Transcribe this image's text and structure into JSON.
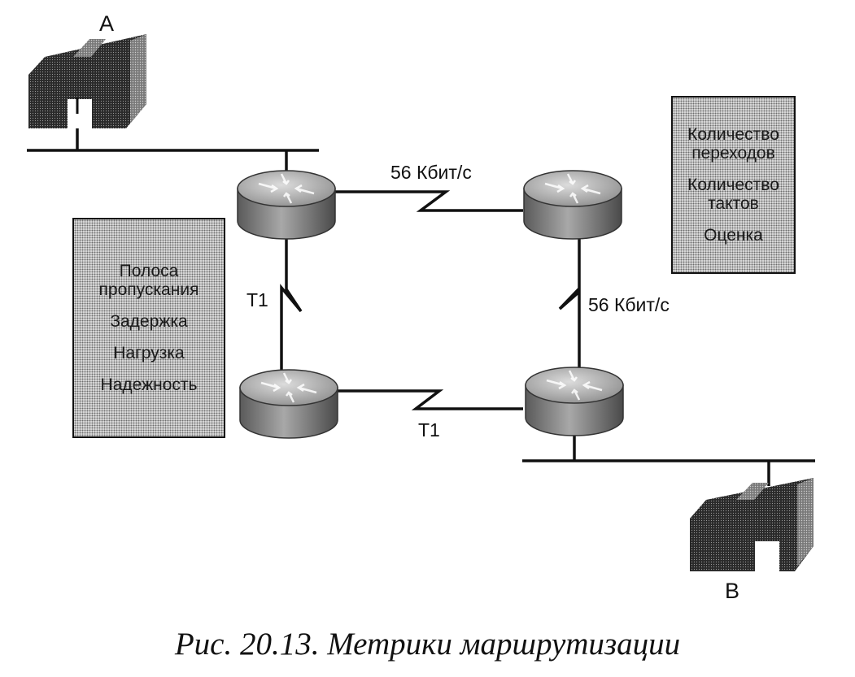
{
  "nodes": {
    "host_a_label": "A",
    "host_b_label": "B"
  },
  "links": {
    "top": "56 Кбит/с",
    "right": "56 Кбит/с",
    "left": "T1",
    "bottom": "T1"
  },
  "metric_boxes": {
    "left": [
      "Полоса",
      "пропускания",
      "Задержка",
      "Нагрузка",
      "Надежность"
    ],
    "right": [
      "Количество",
      "переходов",
      "Количество",
      "тактов",
      "Оценка"
    ]
  },
  "caption": "Рис. 20.13. Метрики маршрутизации",
  "colors": {
    "line": "#111111",
    "router_body": "#8f8f8f",
    "router_top": "#c4c4c4",
    "box_fill": "#bdbdbd"
  }
}
